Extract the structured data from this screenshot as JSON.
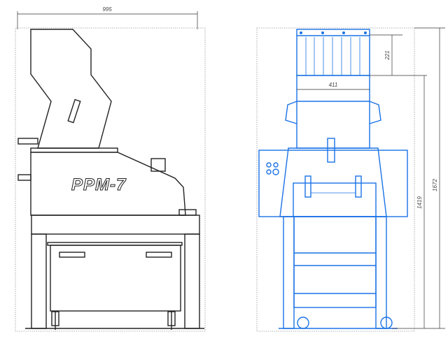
{
  "side_view": {
    "model_label": "PPM-7",
    "width_dim": "995"
  },
  "front_view": {
    "hopper_height_dim": "221",
    "hopper_width_dim": "411",
    "inlet_height_dim": "1419",
    "total_height_dim": "1672"
  },
  "colors": {
    "side_view": "#222222",
    "front_view": "#1a72e6"
  }
}
